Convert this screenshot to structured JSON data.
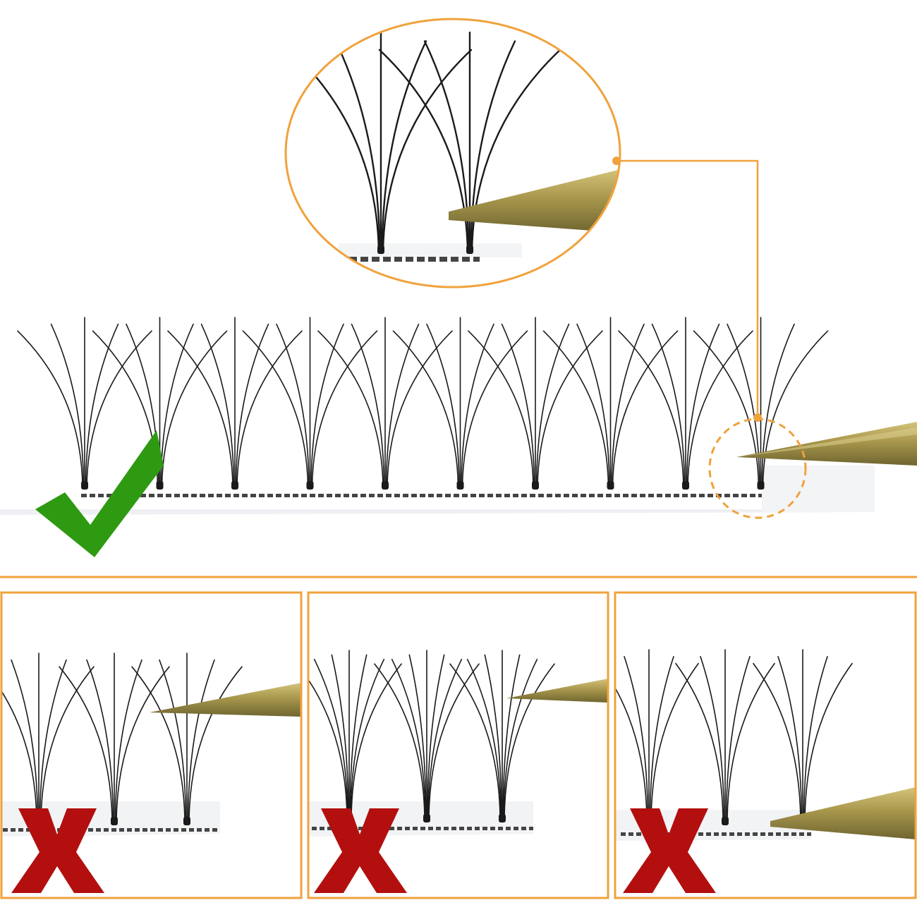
{
  "colors": {
    "background": "#ffffff",
    "accent_orange": "#f0a23c",
    "check_green": "#2e9a12",
    "cross_red": "#b30f0f",
    "lash_black": "#1a1a1a",
    "tweezer_gold": "#a8974c",
    "tweezer_highlight": "#d4c47a",
    "strip_gray": "#444444"
  },
  "icons": {
    "correct": "check-mark-icon",
    "wrong": "cross-mark-icon",
    "tool": "tweezers-icon"
  },
  "main_view": {
    "fan_count": 10,
    "lashes_per_fan": 5,
    "verdict": "correct"
  },
  "zoom_view": {
    "fan_count": 2,
    "lashes_per_fan": 5
  },
  "comparison_panels": [
    {
      "fan_count": 3,
      "lashes_per_fan": 5,
      "verdict": "wrong"
    },
    {
      "fan_count": 3,
      "lashes_per_fan": 7,
      "verdict": "wrong"
    },
    {
      "fan_count": 3,
      "lashes_per_fan": 5,
      "verdict": "wrong"
    }
  ]
}
